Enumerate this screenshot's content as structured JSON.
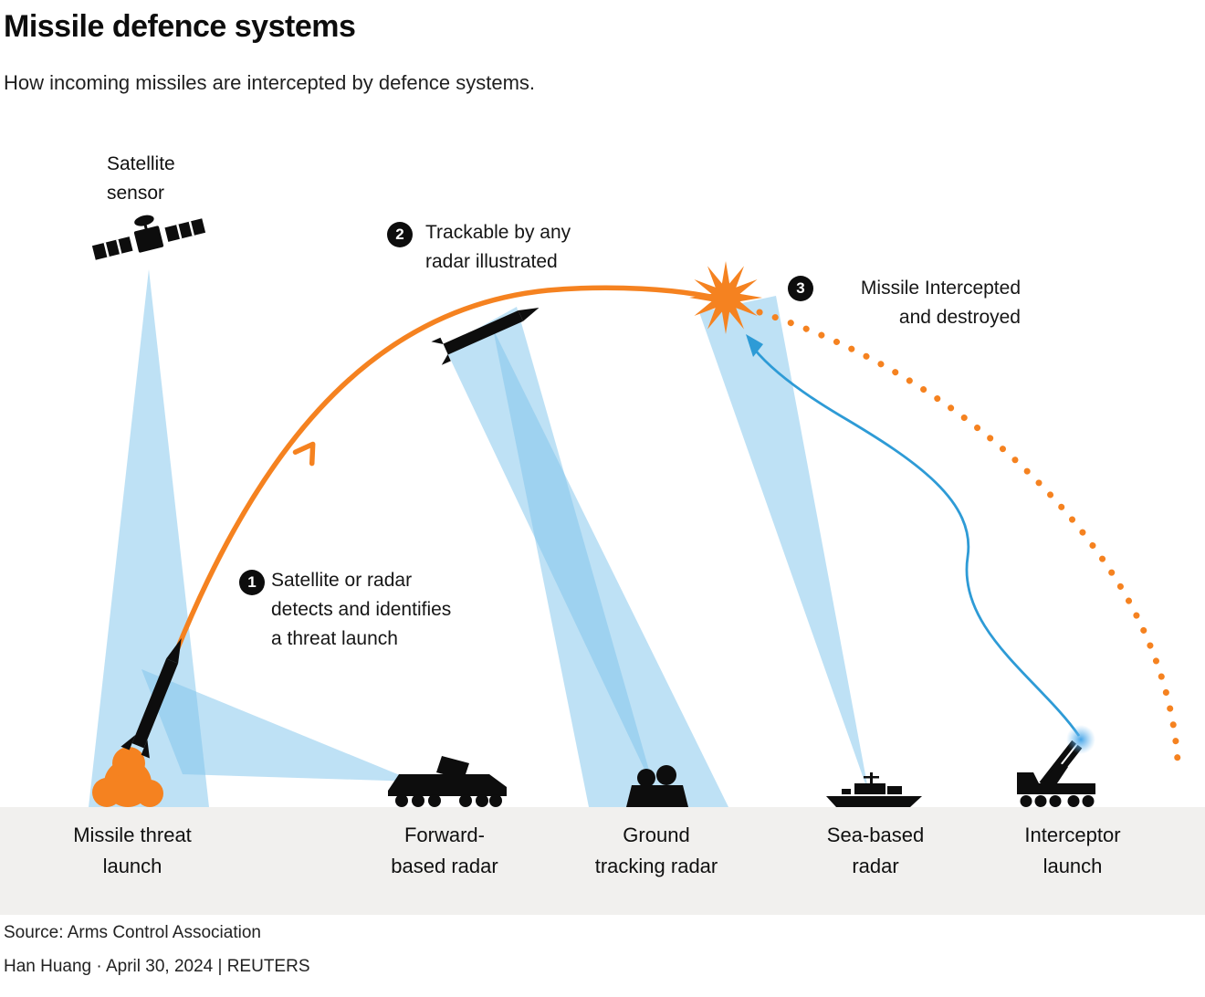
{
  "header": {
    "title": "Missile defence systems",
    "subtitle": "How incoming missiles are intercepted by defence systems."
  },
  "callouts": {
    "satellite_label": "Satellite\nsensor",
    "step1": {
      "num": "1",
      "text": "Satellite or radar\ndetects and identifies\na threat launch"
    },
    "step2": {
      "num": "2",
      "text": "Trackable by any\nradar illustrated"
    },
    "step3": {
      "num": "3",
      "text": "Missile Intercepted\nand destroyed"
    }
  },
  "ground_labels": {
    "missile_threat": "Missile threat\nlaunch",
    "forward_radar": "Forward-\nbased radar",
    "ground_radar": "Ground\ntracking radar",
    "sea_radar": "Sea-based\nradar",
    "interceptor": "Interceptor\nlaunch"
  },
  "footer": {
    "source": "Source: Arms Control Association",
    "byline": "Han Huang · April 30, 2024 | REUTERS"
  },
  "icons": {
    "satellite": "satellite-icon",
    "forward_radar": "radar-truck-icon",
    "ground_radar": "dome-radar-icon",
    "sea_radar": "ship-icon",
    "interceptor": "launcher-truck-icon",
    "explosion": "explosion-burst-icon",
    "missile": "missile-icon",
    "launch_flame": "launch-flame-icon"
  },
  "colors": {
    "orange": "#F58220",
    "beam_blue": "#7EC4EB",
    "arrow_blue": "#2E9BD6",
    "band_gray": "#F1F0EE",
    "black": "#0d0d0d"
  }
}
